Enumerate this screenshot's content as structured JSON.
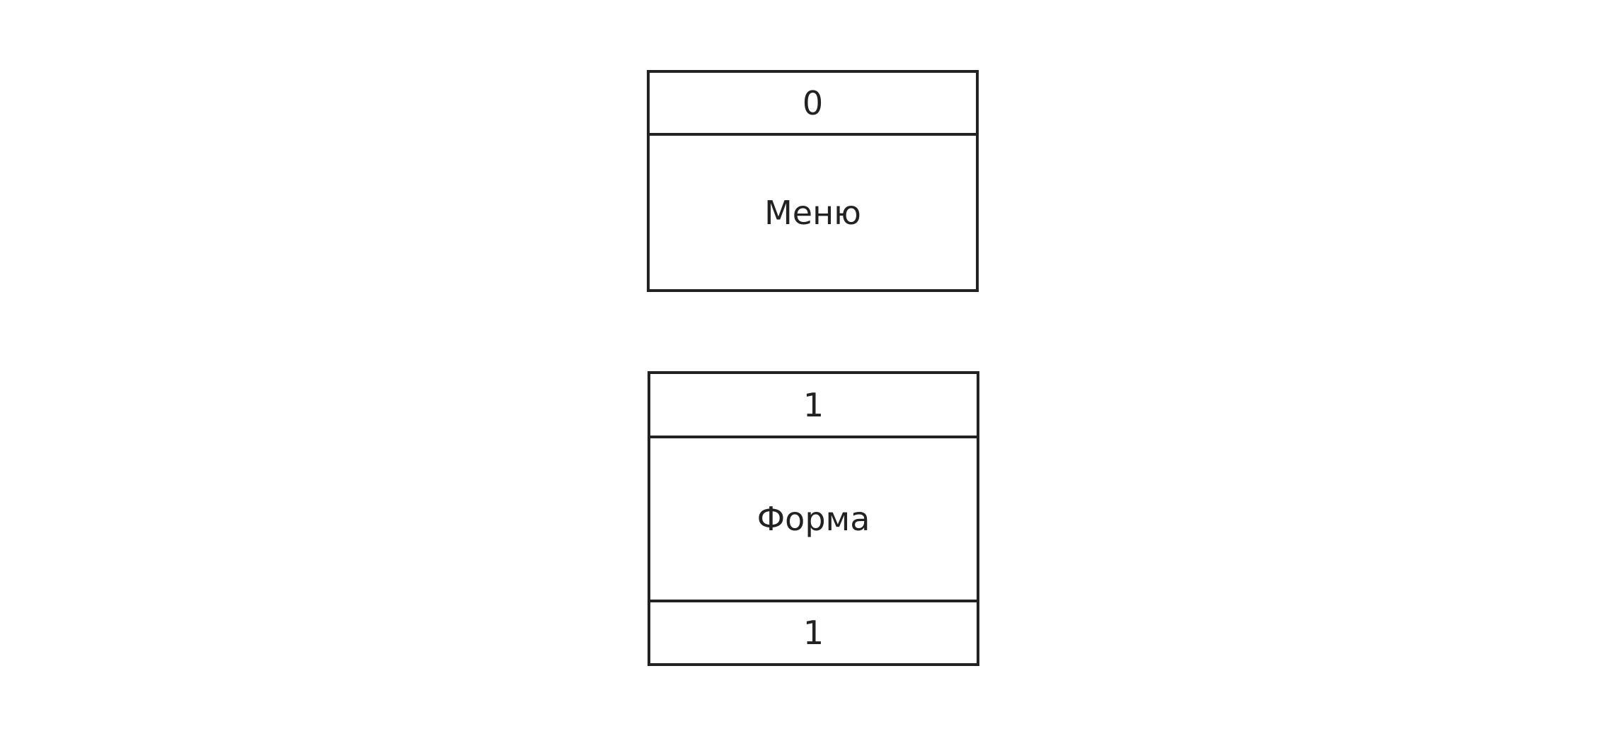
{
  "blocks": [
    {
      "id": "menu",
      "top_label": "0",
      "title": "Меню"
    },
    {
      "id": "form",
      "top_label": "1",
      "title": "Форма",
      "bottom_label": "1"
    }
  ]
}
